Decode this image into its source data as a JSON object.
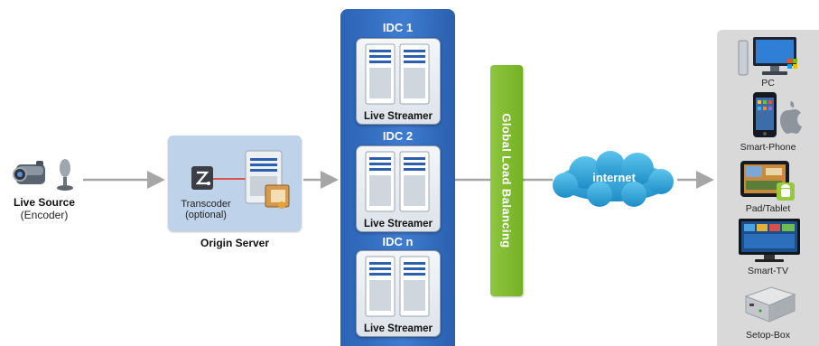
{
  "source": {
    "title": "Live Source",
    "subtitle": "(Encoder)"
  },
  "origin": {
    "transcoder_line1": "Transcoder",
    "transcoder_line2": "(optional)",
    "label": "Origin Server"
  },
  "idcs": [
    {
      "title": "IDC 1",
      "streamer": "Live Streamer"
    },
    {
      "title": "IDC 2",
      "streamer": "Live Streamer"
    },
    {
      "title": "IDC n",
      "streamer": "Live Streamer"
    }
  ],
  "glb": {
    "label": "Global Load Balancing"
  },
  "internet": {
    "label": "internet"
  },
  "devices": [
    {
      "label": "PC",
      "icon": "pc-icon"
    },
    {
      "label": "Smart-Phone",
      "icon": "smartphone-icon"
    },
    {
      "label": "Pad/Tablet",
      "icon": "tablet-icon"
    },
    {
      "label": "Smart-TV",
      "icon": "smart-tv-icon"
    },
    {
      "label": "Setop-Box",
      "icon": "set-top-box-icon"
    }
  ],
  "colors": {
    "idc_blue": "#3572c6",
    "glb_green": "#80bc31",
    "cloud_blue": "#2aa2d8",
    "origin_box": "#bed3ea",
    "arrow_gray": "#a6a6a6"
  }
}
